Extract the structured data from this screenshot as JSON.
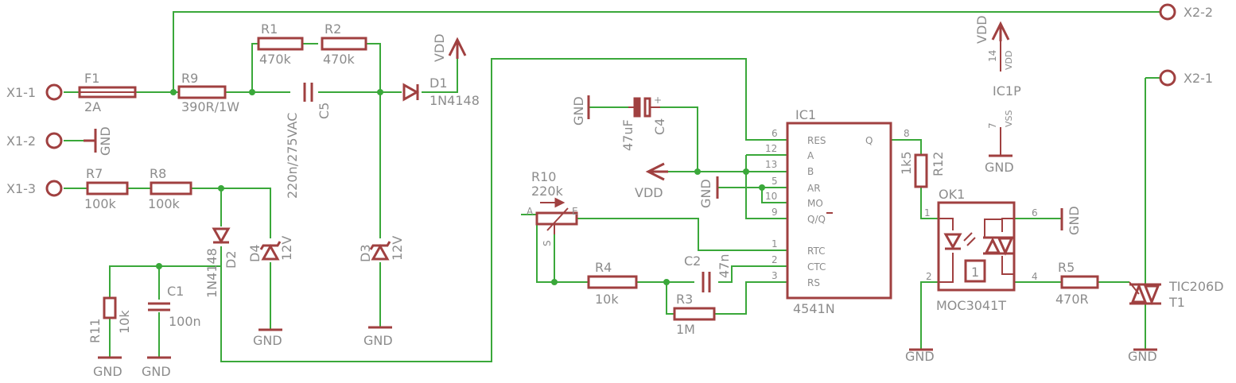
{
  "connectors": {
    "x1_1": "X1-1",
    "x1_2": "X1-2",
    "x1_3": "X1-3",
    "x2_1": "X2-1",
    "x2_2": "X2-2"
  },
  "parts": {
    "f1": {
      "name": "F1",
      "value": "2A"
    },
    "r9": {
      "name": "R9",
      "value": "390R/1W"
    },
    "r1": {
      "name": "R1",
      "value": "470k"
    },
    "r2": {
      "name": "R2",
      "value": "470k"
    },
    "c5": {
      "name": "C5",
      "value": "220n/275VAC"
    },
    "d1": {
      "name": "D1",
      "value": "1N4148"
    },
    "d2": {
      "name": "D2",
      "value": "1N4148"
    },
    "d3": {
      "name": "D3",
      "value": "12V"
    },
    "d4": {
      "name": "D4",
      "value": "12V"
    },
    "r7": {
      "name": "R7",
      "value": "100k"
    },
    "r8": {
      "name": "R8",
      "value": "100k"
    },
    "r11": {
      "name": "R11",
      "value": "10k"
    },
    "c1": {
      "name": "C1",
      "value": "100n"
    },
    "c4": {
      "name": "C4",
      "value": "47uF"
    },
    "r10": {
      "name": "R10",
      "value": "220k",
      "pin_a": "A",
      "pin_e": "E",
      "pin_s": "S"
    },
    "r4": {
      "name": "R4",
      "value": "10k"
    },
    "c2": {
      "name": "C2",
      "value": "47n"
    },
    "r3": {
      "name": "R3",
      "value": "1M"
    },
    "r12": {
      "name": "R12",
      "value": "1k5"
    },
    "r5": {
      "name": "R5",
      "value": "470R"
    },
    "t1": {
      "name": "T1",
      "value": "TIC206D"
    },
    "ic1": {
      "name": "IC1",
      "value": "4541N",
      "pins": {
        "res": {
          "label": "RES",
          "num": "6"
        },
        "a": {
          "label": "A",
          "num": "12"
        },
        "b": {
          "label": "B",
          "num": "13"
        },
        "ar": {
          "label": "AR",
          "num": "5"
        },
        "mo": {
          "label": "MO",
          "num": "10"
        },
        "qq": {
          "label": "Q/Q",
          "num": "9"
        },
        "rtc": {
          "label": "RTC",
          "num": "1"
        },
        "ctc": {
          "label": "CTC",
          "num": "2"
        },
        "rs": {
          "label": "RS",
          "num": "3"
        },
        "q": {
          "label": "Q",
          "num": "8"
        }
      }
    },
    "ic1p": {
      "name": "IC1P",
      "vdd_pin": "VDD",
      "vdd_num": "14",
      "vss_pin": "VSS",
      "vss_num": "7"
    },
    "ok1": {
      "name": "OK1",
      "value": "MOC3041T",
      "pin1": "1",
      "pin2": "2",
      "pin4": "4",
      "pin6": "6",
      "zc_label": "1"
    }
  },
  "nets": {
    "vdd": "VDD",
    "gnd": "GND",
    "plus": "+"
  }
}
